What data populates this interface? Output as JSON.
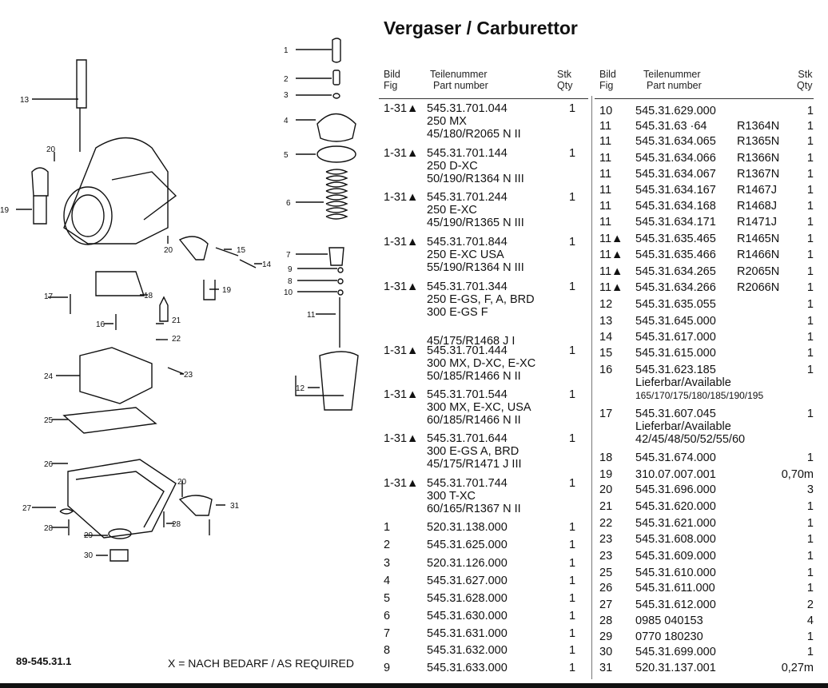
{
  "title": "Vergaser / Carburettor",
  "headers": {
    "fig_de": "Bild",
    "fig_en": "Fig",
    "pn_de": "Teilenummer",
    "pn_en": "Part number",
    "qty_de": "Stk",
    "qty_en": "Qty"
  },
  "left_rows": [
    {
      "fig": "1-31▲",
      "pn": "545.31.701.044",
      "qty": "1",
      "sub": [
        "250 MX",
        "45/180/R2065 N II"
      ]
    },
    {
      "fig": "1-31▲",
      "pn": "545.31.701.144",
      "qty": "1",
      "sub": [
        "250 D-XC",
        "50/190/R1364 N III"
      ]
    },
    {
      "fig": "1-31▲",
      "pn": "545.31.701.244",
      "qty": "1",
      "sub": [
        "250 E-XC",
        "45/190/R1365 N III"
      ]
    },
    {
      "fig": "1-31▲",
      "pn": "545.31.701.844",
      "qty": "1",
      "sub": [
        "250 E-XC USA",
        "55/190/R1364 N III"
      ]
    },
    {
      "fig": "1-31▲",
      "pn": "545.31.701.344",
      "qty": "1",
      "sub": [
        "250 E-GS, F, A, BRD",
        "300 E-GS F",
        "",
        "45/175/R1468 J I"
      ]
    },
    {
      "fig": "1-31▲",
      "pn": "545.31.701.444",
      "qty": "1",
      "sub": [
        "300 MX, D-XC, E-XC",
        "50/185/R1466 N II"
      ]
    },
    {
      "fig": "1-31▲",
      "pn": "545.31.701.544",
      "qty": "1",
      "sub": [
        "300 MX, E-XC, USA",
        "60/185/R1466 N II"
      ]
    },
    {
      "fig": "1-31▲",
      "pn": "545.31.701.644",
      "qty": "1",
      "sub": [
        "300 E-GS A, BRD",
        "45/175/R1471 J III"
      ]
    },
    {
      "fig": "1-31▲",
      "pn": "545.31.701.744",
      "qty": "1",
      "sub": [
        "300 T-XC",
        "60/165/R1367 N II"
      ]
    },
    {
      "fig": "1",
      "pn": "520.31.138.000",
      "qty": "1",
      "sub": []
    },
    {
      "fig": "2",
      "pn": "545.31.625.000",
      "qty": "1",
      "sub": []
    },
    {
      "fig": "3",
      "pn": "520.31.126.000",
      "qty": "1",
      "sub": []
    },
    {
      "fig": "4",
      "pn": "545.31.627.000",
      "qty": "1",
      "sub": []
    },
    {
      "fig": "5",
      "pn": "545.31.628.000",
      "qty": "1",
      "sub": []
    },
    {
      "fig": "6",
      "pn": "545.31.630.000",
      "qty": "1",
      "sub": []
    },
    {
      "fig": "7",
      "pn": "545.31.631.000",
      "qty": "1",
      "sub": []
    },
    {
      "fig": "8",
      "pn": "545.31.632.000",
      "qty": "1",
      "sub": []
    },
    {
      "fig": "9",
      "pn": "545.31.633.000",
      "qty": "1",
      "sub": []
    }
  ],
  "right_rows": [
    {
      "fig": "10",
      "pn": "545.31.629.000",
      "rn": "",
      "qty": "1",
      "sub": []
    },
    {
      "fig": "11",
      "pn": "545.31.63⁠  ·64",
      "rn": "R1364N",
      "qty": "1",
      "sub": []
    },
    {
      "fig": "11",
      "pn": "545.31.634.065",
      "rn": "R1365N",
      "qty": "1",
      "sub": []
    },
    {
      "fig": "11",
      "pn": "545.31.634.066",
      "rn": "R1366N",
      "qty": "1",
      "sub": []
    },
    {
      "fig": "11",
      "pn": "545.31.634.067",
      "rn": "R1367N",
      "qty": "1",
      "sub": []
    },
    {
      "fig": "11",
      "pn": "545.31.634.167",
      "rn": "R1467J",
      "qty": "1",
      "sub": []
    },
    {
      "fig": "11",
      "pn": "545.31.634.168",
      "rn": "R1468J",
      "qty": "1",
      "sub": []
    },
    {
      "fig": "11",
      "pn": "545.31.634.171",
      "rn": "R1471J",
      "qty": "1",
      "sub": []
    },
    {
      "fig": "11▲",
      "pn": "545.31.635.465",
      "rn": "R1465N",
      "qty": "1",
      "sub": []
    },
    {
      "fig": "11▲",
      "pn": "545.31.635.466",
      "rn": "R1466N",
      "qty": "1",
      "sub": []
    },
    {
      "fig": "11▲",
      "pn": "545.31.634.265",
      "rn": "R2065N",
      "qty": "1",
      "sub": []
    },
    {
      "fig": "11▲",
      "pn": "545.31.634.266",
      "rn": "R2066N",
      "qty": "1",
      "sub": []
    },
    {
      "fig": "12",
      "pn": "545.31.635.055",
      "rn": "",
      "qty": "1",
      "sub": []
    },
    {
      "fig": "13",
      "pn": "545.31.645.000",
      "rn": "",
      "qty": "1",
      "sub": []
    },
    {
      "fig": "14",
      "pn": "545.31.617.000",
      "rn": "",
      "qty": "1",
      "sub": []
    },
    {
      "fig": "15",
      "pn": "545.31.615.000",
      "rn": "",
      "qty": "1",
      "sub": []
    },
    {
      "fig": "16",
      "pn": "545.31.623.185",
      "rn": "",
      "qty": "1",
      "sub": [
        "Lieferbar/Available"
      ],
      "small": "165/170/175/180/185/190/195"
    },
    {
      "fig": "17",
      "pn": "545.31.607.045",
      "rn": "",
      "qty": "1",
      "sub": [
        "Lieferbar/Available",
        "42/45/48/50/52/55/60"
      ]
    },
    {
      "fig": "18",
      "pn": "545.31.674.000",
      "rn": "",
      "qty": "1",
      "sub": []
    },
    {
      "fig": "19",
      "pn": "310.07.007.001",
      "rn": "",
      "qty": "0,70m",
      "sub": []
    },
    {
      "fig": "20",
      "pn": "545.31.696.000",
      "rn": "",
      "qty": "3",
      "sub": []
    },
    {
      "fig": "21",
      "pn": "545.31.620.000",
      "rn": "",
      "qty": "1",
      "sub": []
    },
    {
      "fig": "22",
      "pn": "545.31.621.000",
      "rn": "",
      "qty": "1",
      "sub": []
    },
    {
      "fig": "23",
      "pn": "545.31.608.000",
      "rn": "",
      "qty": "1",
      "sub": []
    },
    {
      "fig": "23",
      "pn": "545.31.609.000",
      "rn": "",
      "qty": "1",
      "sub": []
    },
    {
      "fig": "25",
      "pn": "545.31.610.000",
      "rn": "",
      "qty": "1",
      "sub": []
    },
    {
      "fig": "26",
      "pn": "545.31.611.000",
      "rn": "",
      "qty": "1",
      "sub": []
    },
    {
      "fig": "27",
      "pn": "545.31.612.000",
      "rn": "",
      "qty": "2",
      "sub": []
    },
    {
      "fig": "28",
      "pn": "0985 040153",
      "rn": "",
      "qty": "4",
      "sub": []
    },
    {
      "fig": "29",
      "pn": "0770 180230",
      "rn": "",
      "qty": "1",
      "sub": []
    },
    {
      "fig": "30",
      "pn": "545.31.699.000",
      "rn": "",
      "qty": "1",
      "sub": []
    },
    {
      "fig": "31",
      "pn": "520.31.137.001",
      "rn": "",
      "qty": "0,27m",
      "sub": []
    }
  ],
  "callouts": [
    "1",
    "2",
    "3",
    "4",
    "5",
    "6",
    "7",
    "9",
    "8",
    "10",
    "11",
    "12",
    "13",
    "20",
    "19",
    "15",
    "14",
    "17",
    "18",
    "16",
    "21",
    "22",
    "24",
    "23",
    "25",
    "26",
    "20",
    "27",
    "31",
    "28",
    "29",
    "30"
  ],
  "footer": {
    "code": "89-545.31.1",
    "note": "X = NACH BEDARF / AS REQUIRED"
  }
}
